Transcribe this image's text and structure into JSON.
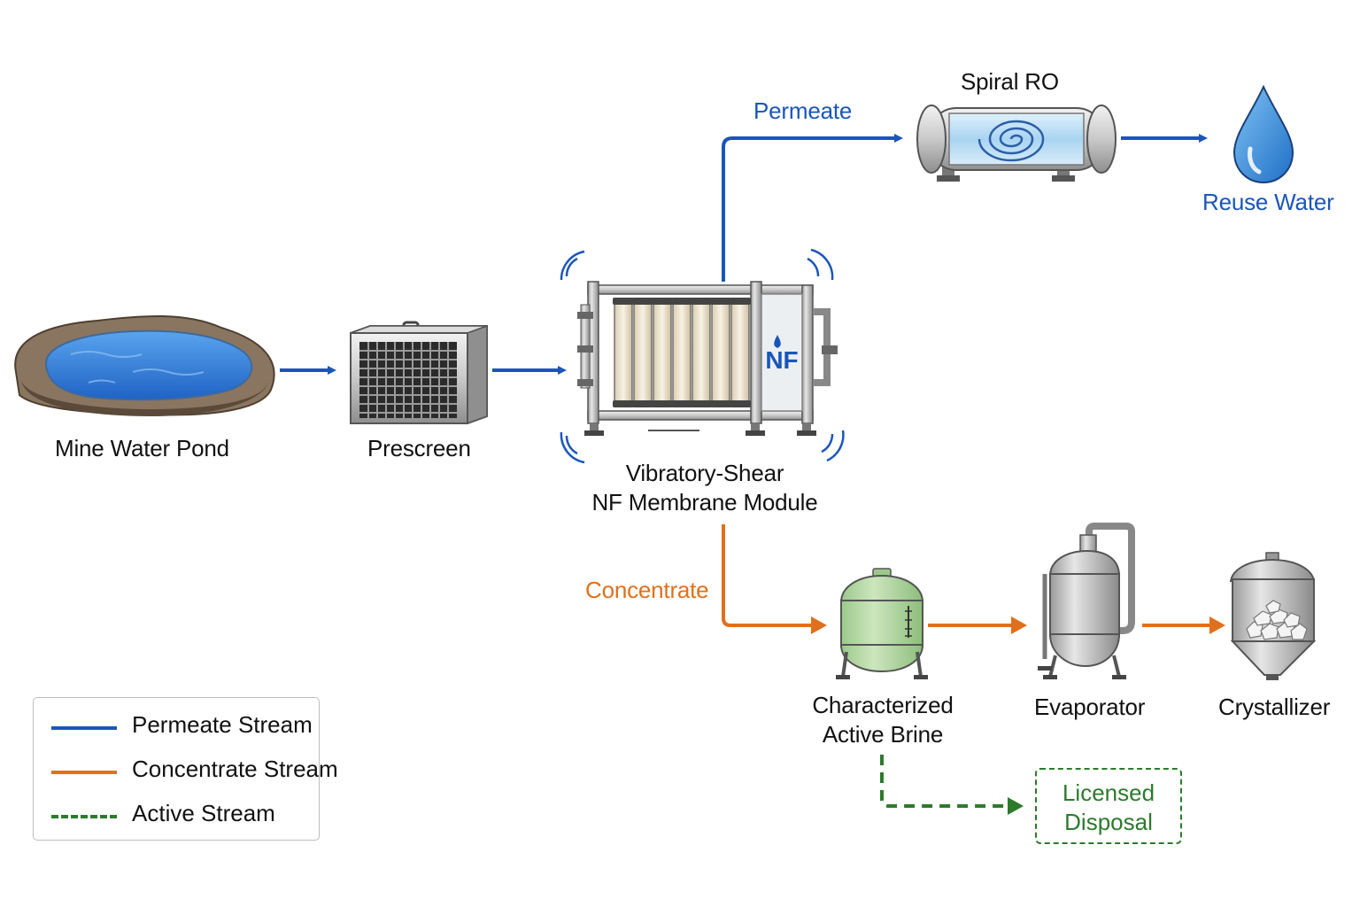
{
  "nodes": {
    "pond": "Mine Water Pond",
    "prescreen": "Prescreen",
    "nf_module_line1": "Vibratory-Shear",
    "nf_module_line2": "NF Membrane Module",
    "nf_badge": "NF",
    "spiral_ro": "Spiral RO",
    "reuse_water": "Reuse Water",
    "brine_line1": "Characterized",
    "brine_line2": "Active Brine",
    "evaporator": "Evaporator",
    "crystallizer": "Crystallizer",
    "disposal_line1": "Licensed",
    "disposal_line2": "Disposal"
  },
  "flows": {
    "permeate": "Permeate",
    "concentrate": "Concentrate"
  },
  "legend": [
    {
      "label": "Permeate Stream",
      "style": "solid",
      "color": "#1a56b8"
    },
    {
      "label": "Concentrate Stream",
      "style": "solid",
      "color": "#e0701c"
    },
    {
      "label": "Active Stream",
      "style": "dashed",
      "color": "#2c7a2c"
    }
  ],
  "colors": {
    "permeate": "#1a56b8",
    "concentrate": "#e0701c",
    "active": "#2c7a2c",
    "water": "#2f7fd8",
    "brine_tank": "#b7d9a4"
  }
}
